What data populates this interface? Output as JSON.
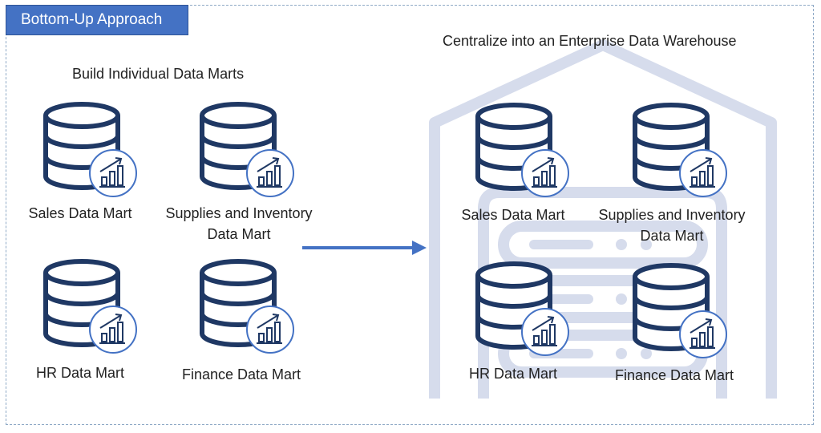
{
  "title": "Bottom-Up Approach",
  "left_heading": "Build Individual Data Marts",
  "right_heading": "Centralize into an Enterprise Data Warehouse",
  "left_marts": [
    {
      "line1": "Sales Data Mart",
      "line2": ""
    },
    {
      "line1": "Supplies and Inventory",
      "line2": "Data Mart"
    },
    {
      "line1": "HR Data Mart",
      "line2": ""
    },
    {
      "line1": "Finance Data Mart",
      "line2": ""
    }
  ],
  "right_marts": [
    {
      "line1": "Sales Data Mart",
      "line2": ""
    },
    {
      "line1": "Supplies and Inventory",
      "line2": "Data Mart"
    },
    {
      "line1": "HR Data Mart",
      "line2": ""
    },
    {
      "line1": "Finance Data Mart",
      "line2": ""
    }
  ],
  "colors": {
    "accent": "#4472c4",
    "icon_dark": "#1f3864",
    "warehouse_bg": "#d6dcec"
  },
  "icons": {
    "database": "database-icon",
    "growth_chart": "bar-chart-growth-icon",
    "warehouse": "warehouse-icon",
    "arrow": "arrow-right-icon"
  }
}
